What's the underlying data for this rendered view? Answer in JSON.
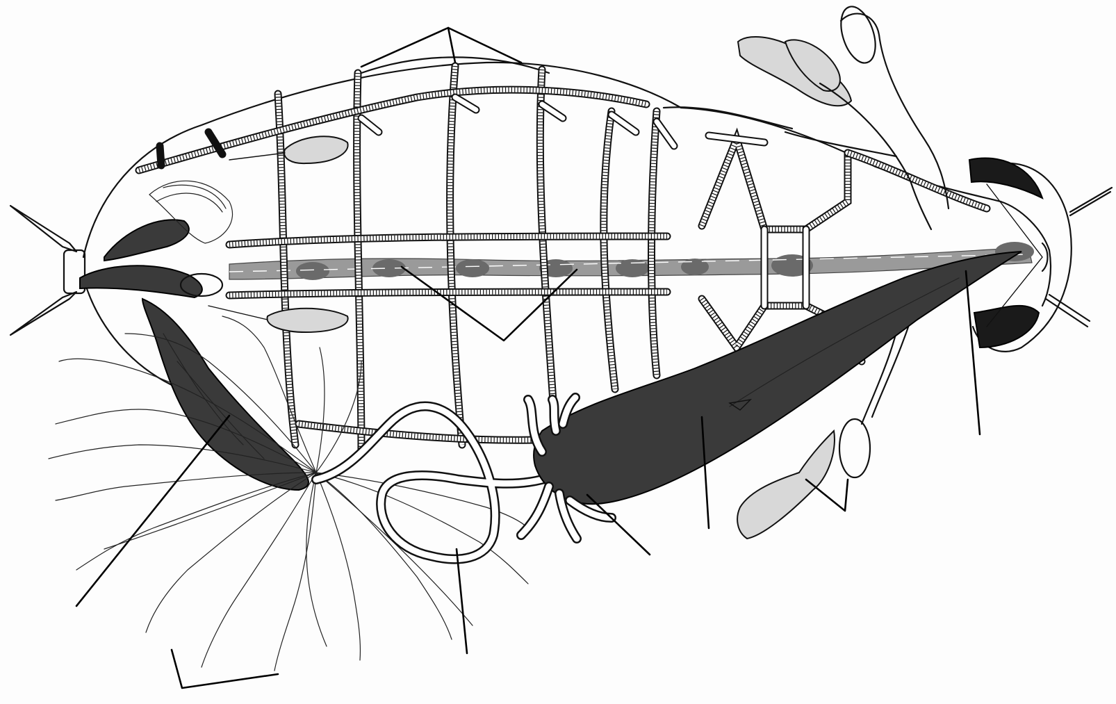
{
  "figure": {
    "labels": [],
    "leaders": [
      {
        "name": "leader-ventral-nerve-cord"
      },
      {
        "name": "leader-salivary-gland"
      },
      {
        "name": "leader-crop"
      },
      {
        "name": "leader-malpighian-tubules"
      },
      {
        "name": "leader-midgut"
      },
      {
        "name": "leader-hindgut"
      },
      {
        "name": "leader-rectum"
      },
      {
        "name": "leader-ovary"
      },
      {
        "name": "leader-head-eye"
      }
    ]
  }
}
